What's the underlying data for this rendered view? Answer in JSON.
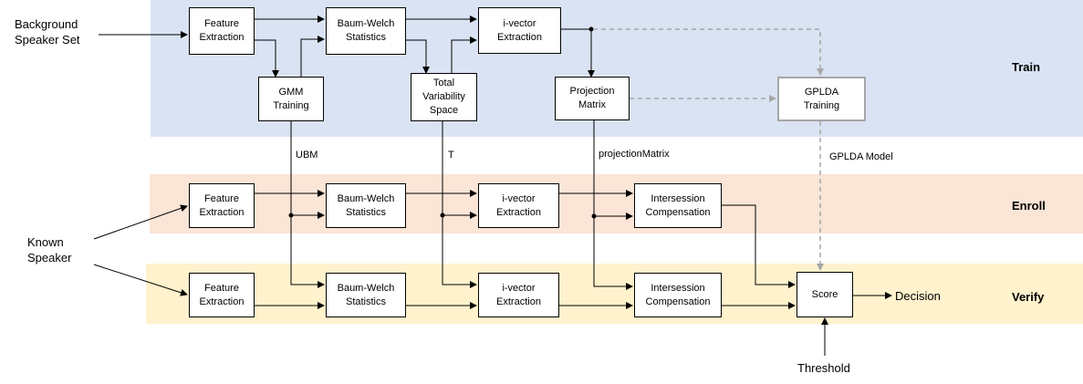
{
  "stages": {
    "train": "Train",
    "enroll": "Enroll",
    "verify": "Verify"
  },
  "inputs": {
    "background": "Background\nSpeaker Set",
    "known": "Known\nSpeaker",
    "threshold": "Threshold",
    "decision": "Decision"
  },
  "train": {
    "feature": "Feature\nExtraction",
    "baum": "Baum-Welch\nStatistics",
    "ivector": "i-vector\nExtraction",
    "gmm": "GMM\nTraining",
    "tvs": "Total\nVariability\nSpace",
    "projection": "Projection\nMatrix",
    "gplda": "GPLDA\nTraining"
  },
  "enroll": {
    "feature": "Feature\nExtraction",
    "baum": "Baum-Welch\nStatistics",
    "ivector": "i-vector\nExtraction",
    "compensation": "Intersession\nCompensation"
  },
  "verify": {
    "feature": "Feature\nExtraction",
    "baum": "Baum-Welch\nStatistics",
    "ivector": "i-vector\nExtraction",
    "compensation": "Intersession\nCompensation",
    "score": "Score"
  },
  "links": {
    "ubm": "UBM",
    "t": "T",
    "projection": "projectionMatrix",
    "gplda": "GPLDA Model"
  }
}
